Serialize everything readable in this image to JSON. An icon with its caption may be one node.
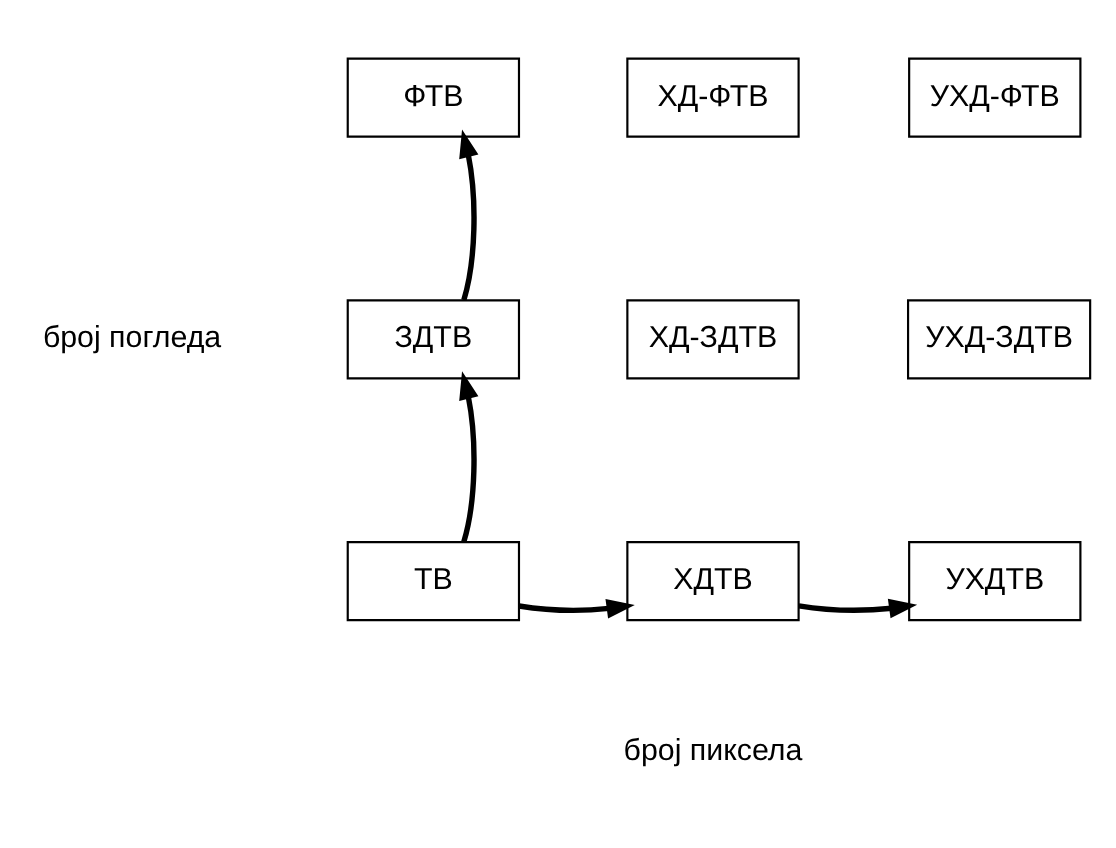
{
  "diagram": {
    "nodes": [
      {
        "text": [
          "ФТВ"
        ]
      },
      {
        "text": [
          "ХД-ФТВ"
        ]
      },
      {
        "text": [
          "УХД-ФТВ"
        ]
      },
      {
        "text": [
          "ЗДТВ"
        ]
      },
      {
        "text": [
          "ХД-ЗДТВ"
        ]
      },
      {
        "text": [
          "УХД-ЗДТВ"
        ]
      },
      {
        "text": [
          "ТВ"
        ]
      },
      {
        "text": [
          "ХДТВ"
        ]
      },
      {
        "text": [
          "УХДТВ"
        ]
      }
    ],
    "edges": [
      {
        "from": 6,
        "to": 3,
        "arrow": "to"
      },
      {
        "from": 3,
        "to": 0,
        "arrow": "to"
      },
      {
        "from": 6,
        "to": 7,
        "arrow": "to"
      },
      {
        "from": 7,
        "to": 8,
        "arrow": "to"
      }
    ],
    "labels": [
      "број погледа",
      "број пиксела"
    ]
  }
}
